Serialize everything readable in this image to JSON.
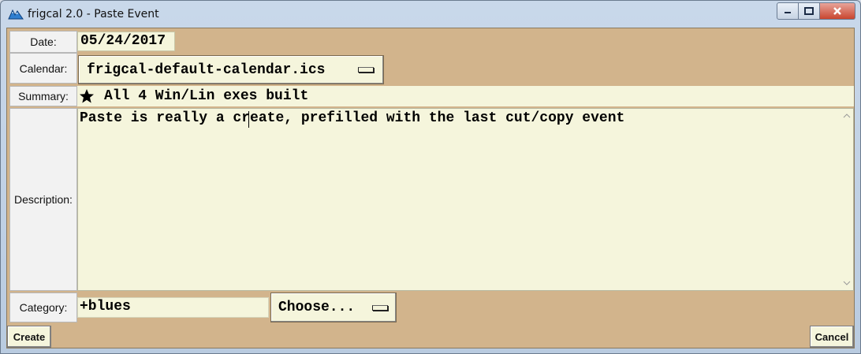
{
  "window": {
    "title": "frigcal 2.0 - Paste Event"
  },
  "form": {
    "date_label": "Date:",
    "date_value": "05/24/2017",
    "calendar_label": "Calendar:",
    "calendar_value": "frigcal-default-calendar.ics",
    "summary_label": "Summary:",
    "summary_value": "All 4 Win/Lin exes built",
    "description_label": "Description:",
    "description_value": "Paste is really a create, prefilled with the last cut/copy event",
    "category_label": "Category:",
    "category_value": "+blues",
    "category_menu": "Choose..."
  },
  "buttons": {
    "create": "Create",
    "cancel": "Cancel"
  },
  "colors": {
    "panel": "#d2b48c",
    "field": "#f5f5dc"
  }
}
